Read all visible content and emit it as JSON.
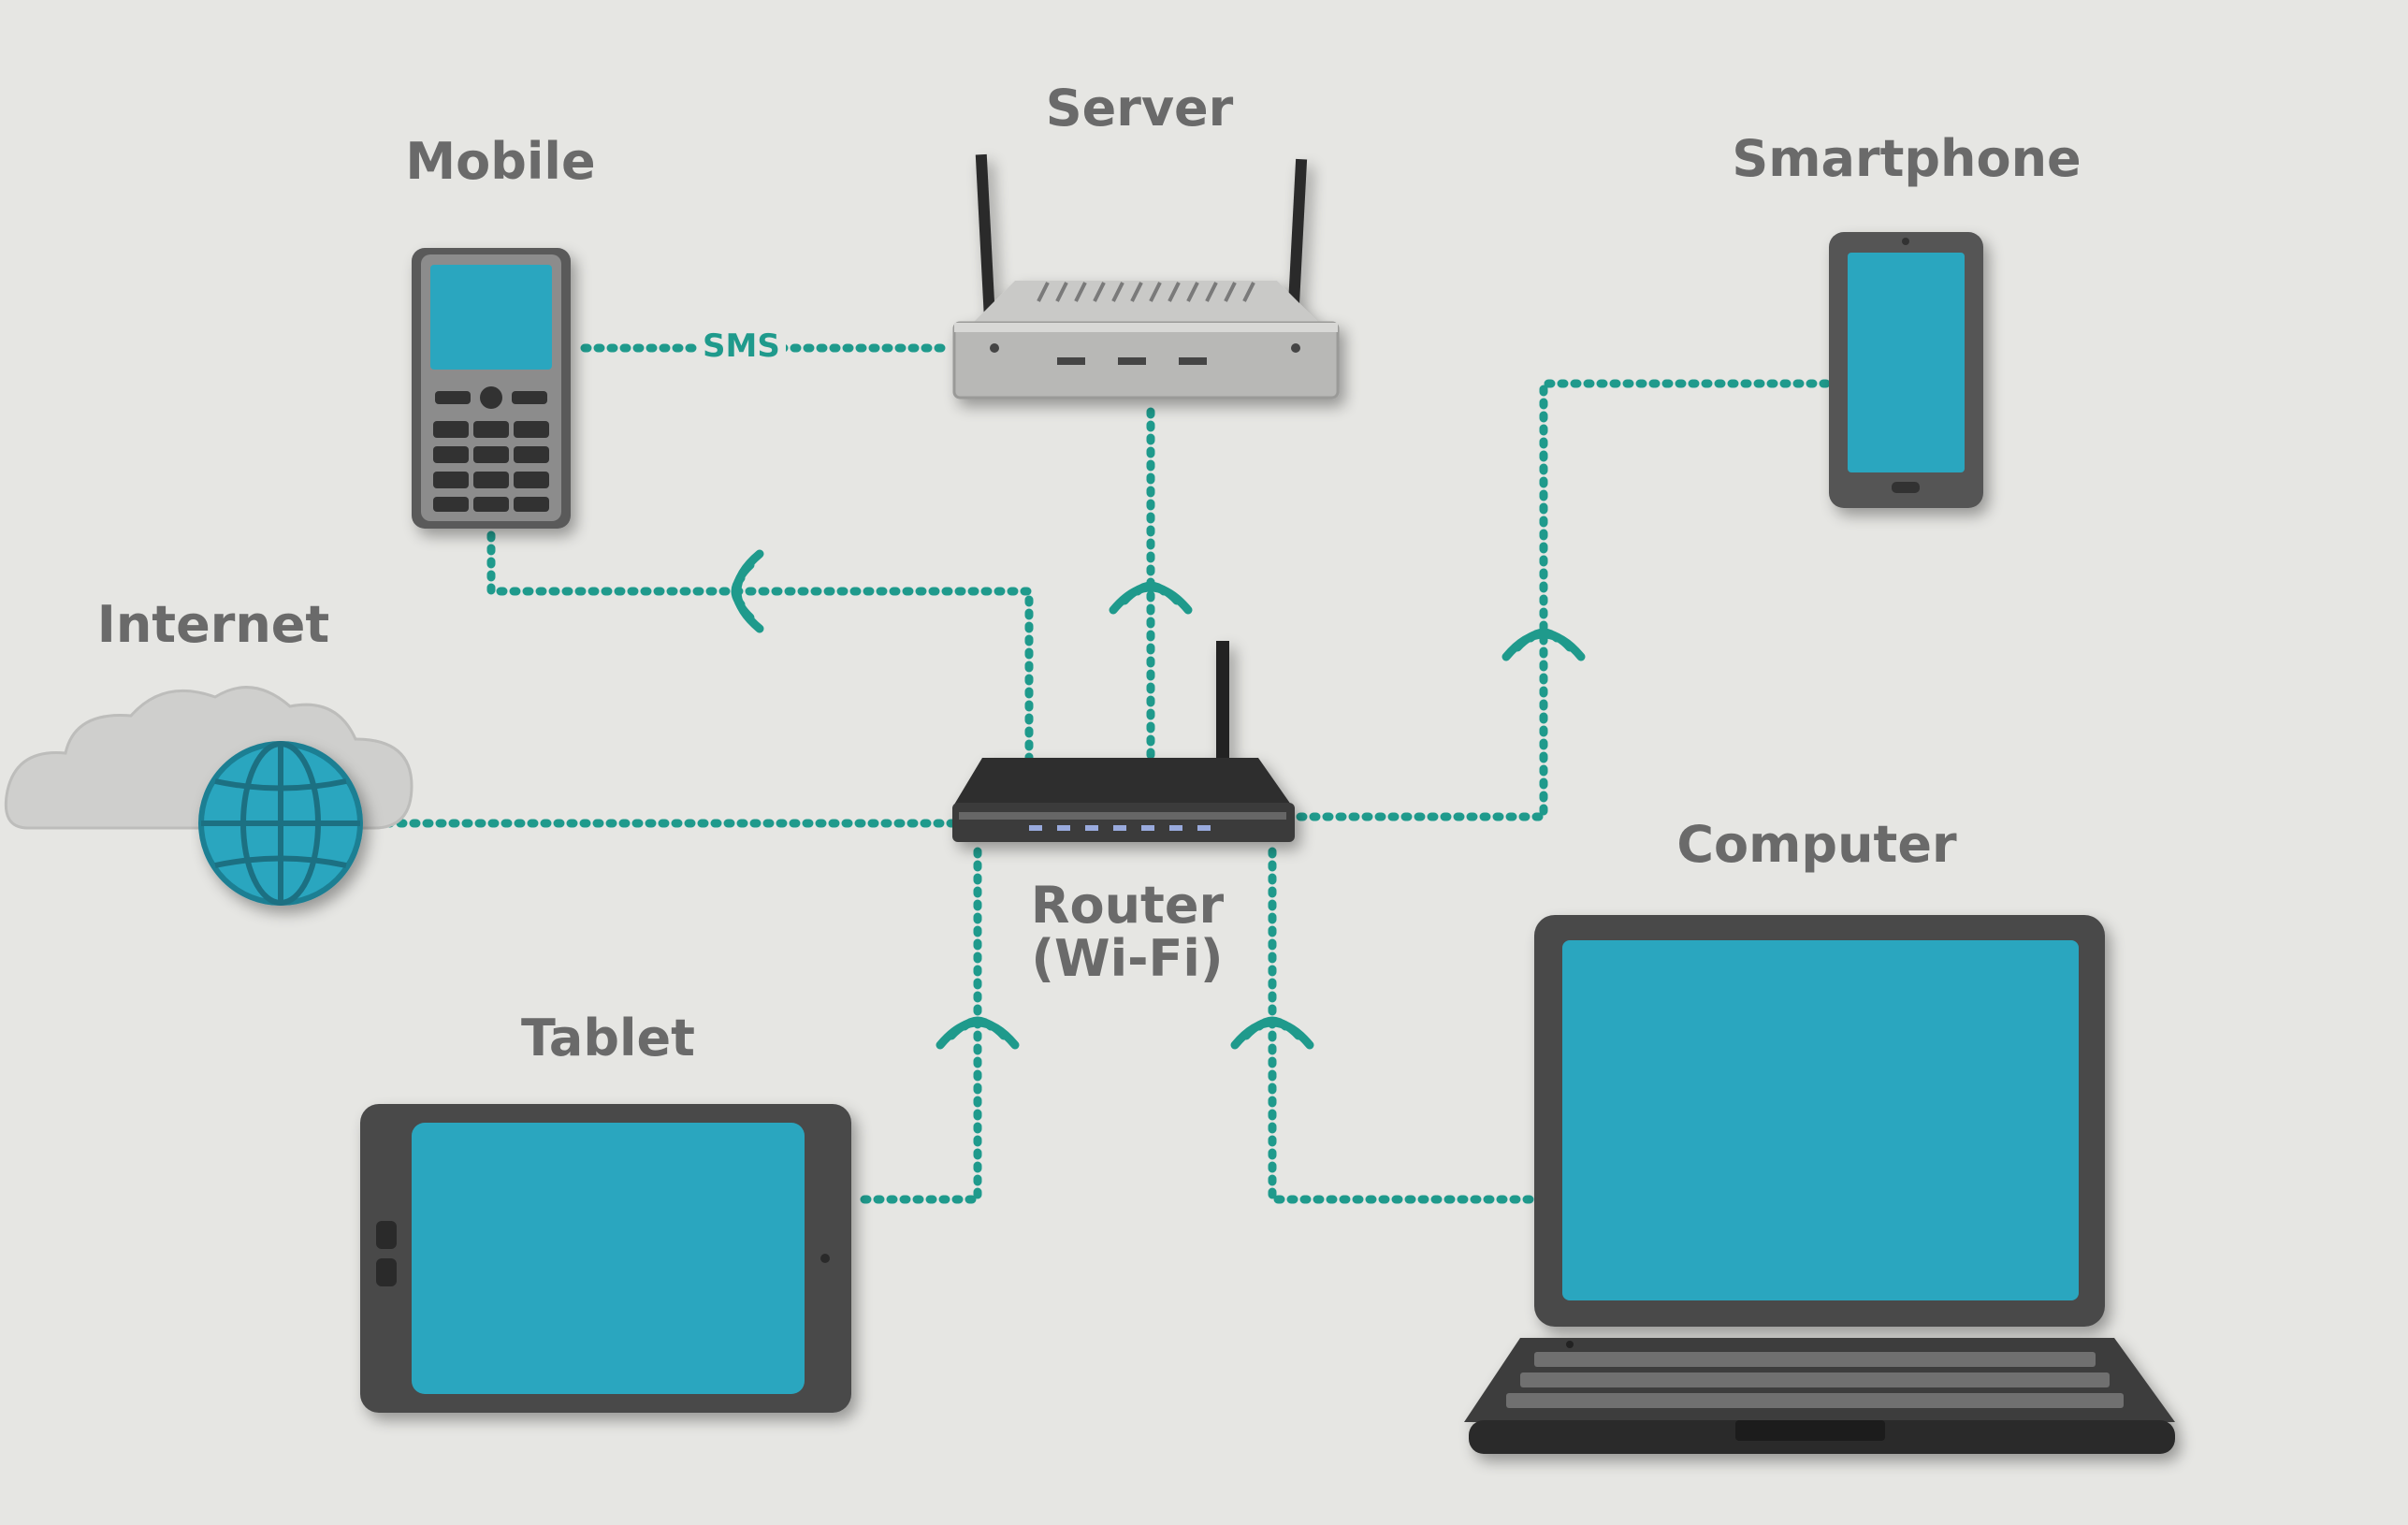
{
  "labels": {
    "server": "Server",
    "mobile": "Mobile",
    "smartphone": "Smartphone",
    "internet": "Internet",
    "router_line1": "Router",
    "router_line2": "(Wi-Fi)",
    "tablet": "Tablet",
    "computer": "Computer",
    "sms": "SMS"
  },
  "colors": {
    "background": "#e6e6e3",
    "link": "#1f9a8c",
    "screen": "#2aa6bf",
    "device_body": "#5a5a5a",
    "label_text": "#6a6a6a"
  },
  "icons": [
    "server-icon",
    "mobile-phone-icon",
    "smartphone-icon",
    "cloud-icon",
    "globe-icon",
    "router-icon",
    "tablet-icon",
    "laptop-icon",
    "wifi-signal-icon"
  ]
}
